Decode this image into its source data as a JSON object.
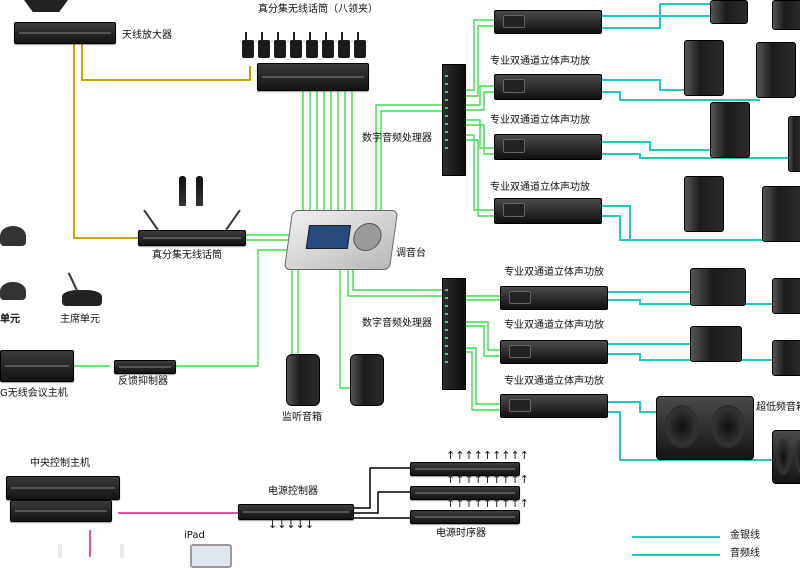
{
  "labels": {
    "antenna_amp": "天线放大器",
    "true_div_8": "真分集无线话筒（八领夹）",
    "dsp_top": "数字音频处理器",
    "dsp_bottom": "数字音频处理器",
    "amp_1": "专业双通道立体声功放",
    "amp_2": "专业双通道立体声功放",
    "amp_3": "专业双通道立体声功放",
    "amp_4": "专业双通道立体声功放",
    "amp_5": "专业双通道立体声功放",
    "amp_6": "专业双通道立体声功放",
    "true_div_hand": "真分集无线话筒",
    "mixer": "调音台",
    "delegate_unit": "单元",
    "chair_unit": "主席单元",
    "conf_host": "G无线会议主机",
    "feedback": "反馈抑制器",
    "monitor": "监听音箱",
    "subwoofer": "超低频音箱",
    "central_ctrl": "中央控制主机",
    "power_ctrl": "电源控制器",
    "power_seq": "电源时序器",
    "ipad": "iPad"
  },
  "legend": [
    {
      "label": "金银线",
      "color": "#22c7c3"
    },
    {
      "label": "音频线",
      "color": "#22c7c3"
    }
  ],
  "colors": {
    "antenna_wire": "#c8a400",
    "audio_wire": "#37e24a",
    "speaker_wire": "#22c7c3",
    "control_wire": "#e0168a",
    "power_wire": "#000000"
  }
}
